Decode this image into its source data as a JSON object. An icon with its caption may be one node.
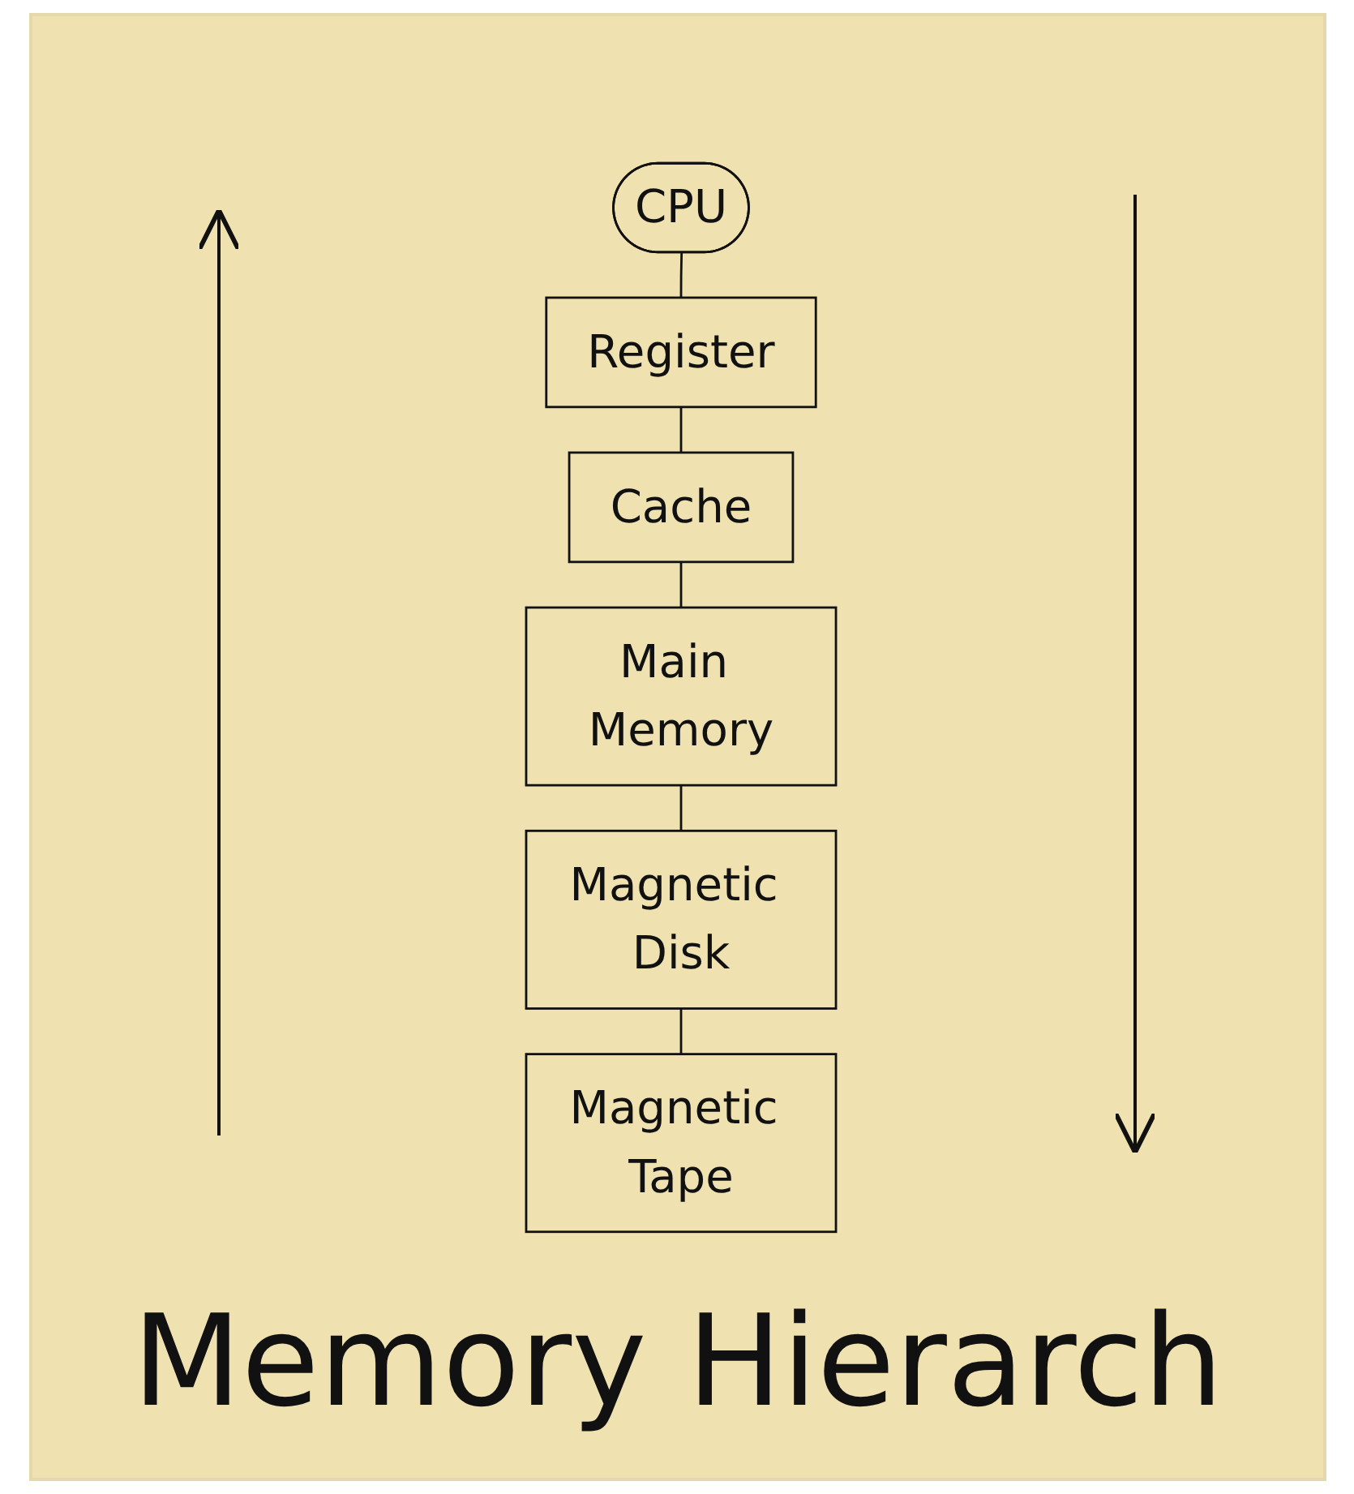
{
  "diagram": {
    "title": "Memory Hierarch",
    "nodes": [
      {
        "text": [
          "CPU"
        ]
      },
      {
        "text": [
          "Register"
        ]
      },
      {
        "text": [
          "Cache"
        ]
      },
      {
        "text": [
          "Main Memory"
        ]
      },
      {
        "text": [
          "Magnetic Disk"
        ]
      },
      {
        "text": [
          "Magnetic Tape"
        ]
      }
    ],
    "edges": [
      {
        "from": 0,
        "to": 1,
        "arrow": "none"
      },
      {
        "from": 1,
        "to": 2,
        "arrow": "none"
      },
      {
        "from": 2,
        "to": 3,
        "arrow": "none"
      },
      {
        "from": 3,
        "to": 4,
        "arrow": "none"
      },
      {
        "from": 4,
        "to": 5,
        "arrow": "none"
      }
    ]
  }
}
